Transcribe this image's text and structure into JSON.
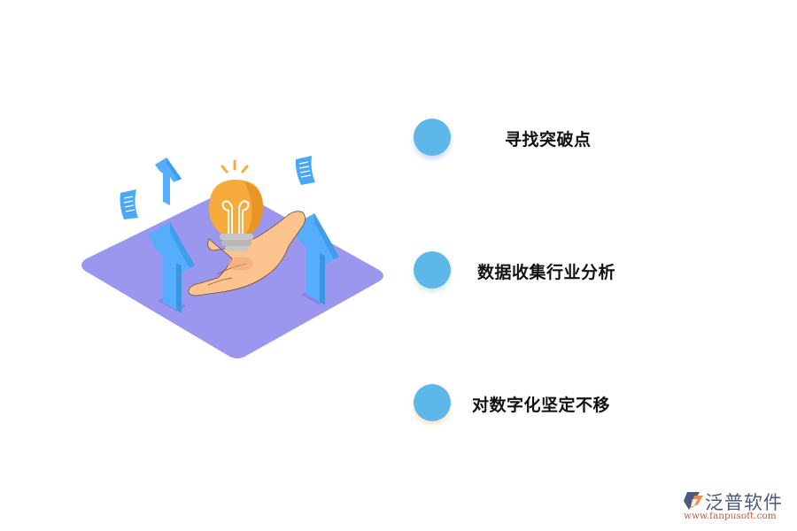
{
  "items": [
    {
      "label": "寻找突破点"
    },
    {
      "label": "数据收集行业分析"
    },
    {
      "label": "对数字化坚定不移"
    }
  ],
  "colors": {
    "dot": "#5db7e8",
    "platform": "#9b97ee",
    "arrow": "#4aa8f8",
    "bulb": "#f7ab3c",
    "hand": "#fdc490"
  },
  "brand": {
    "name": "泛普软件",
    "url": "www.fanpusoft.com"
  }
}
